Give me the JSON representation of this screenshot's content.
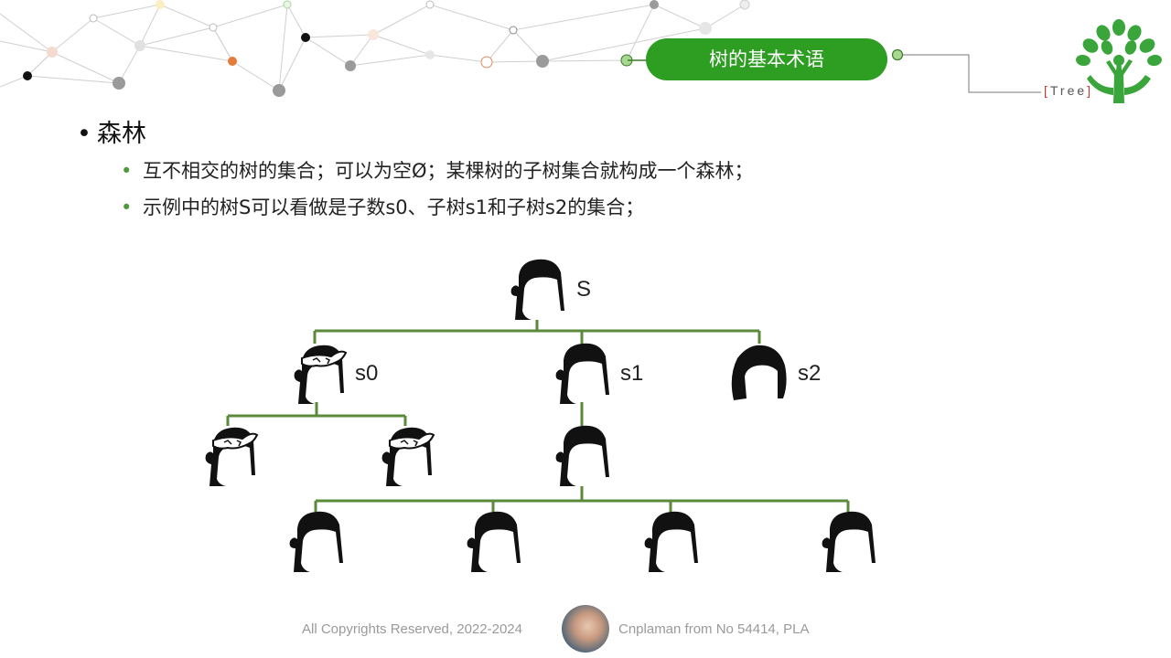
{
  "header": {
    "title": "树的基本术语",
    "tag_bracket_left": "[",
    "tag_text": "Tree",
    "tag_bracket_right": "]",
    "accent_color": "#2e9e22"
  },
  "content": {
    "heading_bullet": "•",
    "heading": "森林",
    "sub_bullet": "•",
    "items": [
      "互不相交的树的集合；可以为空Ø；某棵树的子树集合就构成一个森林；",
      "示例中的树S可以看做是子数s0、子树s1和子树s2的集合；"
    ]
  },
  "diagram": {
    "root_label": "S",
    "child_labels": [
      "s0",
      "s1",
      "s2"
    ],
    "line_color": "#5a8a3a"
  },
  "footer": {
    "copyright": "All Copyrights Reserved, 2022-2024",
    "author": "Cnplaman from No 54414, PLA"
  }
}
